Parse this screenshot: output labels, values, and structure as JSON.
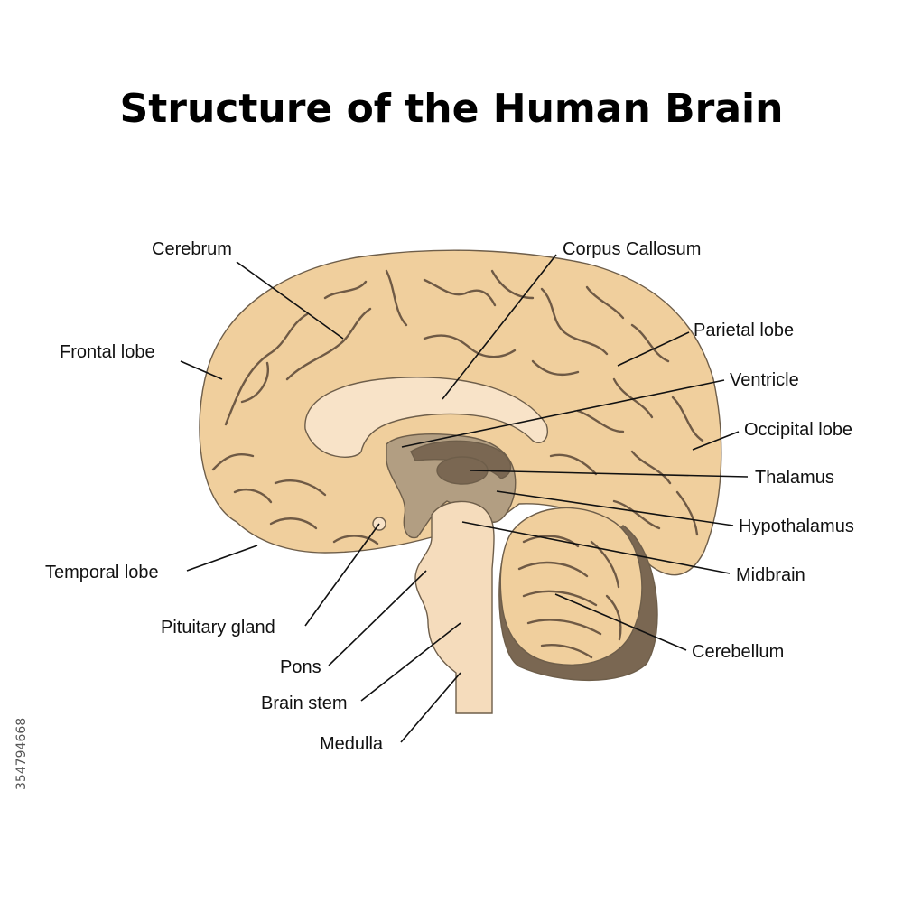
{
  "title": "Structure of the Human Brain",
  "stock_id": "354794668",
  "colors": {
    "cortex": "#f0cf9d",
    "corpus_callosum": "#f8e3c8",
    "brainstem": "#f5dcbc",
    "diencephalon": "#b29e82",
    "thalamus": "#7a6752",
    "cerebellum_dark": "#7a6752",
    "outline": "#6e5e4a",
    "text": "#111111"
  },
  "labels": {
    "cerebrum": "Cerebrum",
    "corpus_callosum": "Corpus Callosum",
    "frontal_lobe": "Frontal lobe",
    "parietal_lobe": "Parietal lobe",
    "ventricle": "Ventricle",
    "occipital_lobe": "Occipital lobe",
    "thalamus": "Thalamus",
    "hypothalamus": "Hypothalamus",
    "temporal_lobe": "Temporal lobe",
    "midbrain": "Midbrain",
    "pituitary_gland": "Pituitary gland",
    "cerebellum": "Cerebellum",
    "pons": "Pons",
    "brain_stem": "Brain stem",
    "medulla": "Medulla"
  }
}
